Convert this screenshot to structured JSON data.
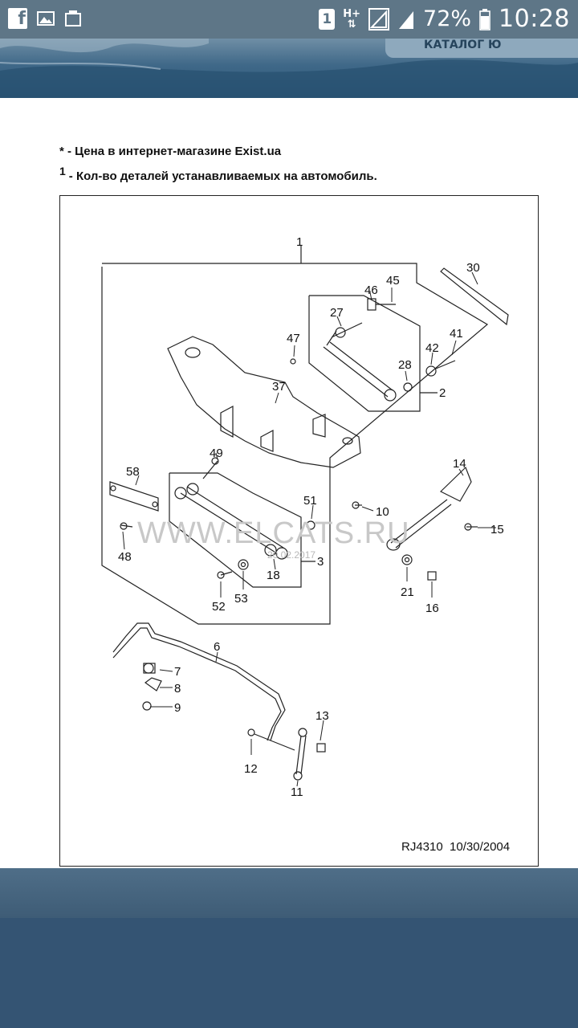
{
  "status_bar": {
    "app_icon": "facebook-icon",
    "sim_badge": "1",
    "network_type_top": "H+",
    "network_type_bottom": "⇅",
    "battery_percent": "72%",
    "time": "10:28"
  },
  "header": {
    "tab_label": "КАТАЛОГ Ю"
  },
  "notes": {
    "price_note": "* - Цена в интернет-магазине Exist.ua",
    "qty_marker": "1",
    "qty_note": "- Кол-во деталей устанавливаемых на автомобиль."
  },
  "diagram": {
    "watermark": "WWW.ELCATS.RU",
    "watermark_date": "20.02.2017",
    "reference": "RJ4310  10/30/2004",
    "callouts": [
      "1",
      "2",
      "3",
      "6",
      "7",
      "8",
      "9",
      "10",
      "11",
      "12",
      "13",
      "14",
      "15",
      "16",
      "18",
      "21",
      "27",
      "28",
      "30",
      "37",
      "41",
      "42",
      "45",
      "46",
      "47",
      "48",
      "49",
      "51",
      "52",
      "53",
      "58"
    ]
  },
  "colors": {
    "status_bar": "#5e7687",
    "header": "#2e587a",
    "footer": "#345473",
    "line_art": "#222222"
  }
}
